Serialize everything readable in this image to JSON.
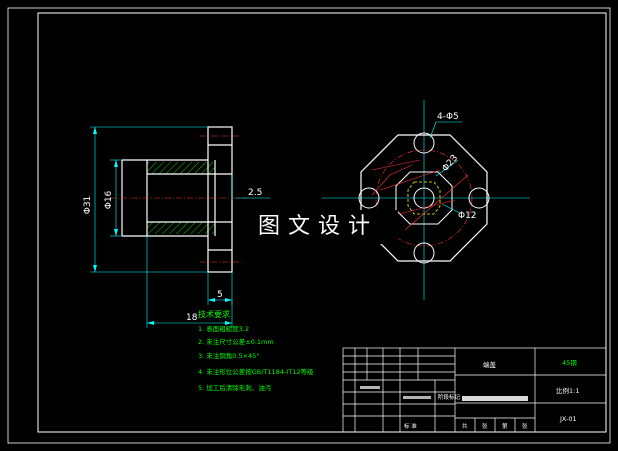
{
  "part_view": {
    "dim_outer_dia": "Φ31",
    "dim_inner_dia": "Φ16",
    "dim_groove_width": "2.5",
    "dim_flange_width": "5",
    "dim_length": "18"
  },
  "end_view": {
    "dim_holes": "4-Φ5",
    "dim_pitch_dia": "Φ23",
    "dim_bore_dia": "Φ12"
  },
  "notes": {
    "heading": "技术要求",
    "items": [
      "1. 表面粗糙度3.2",
      "2. 未注尺寸公差±0.1mm",
      "3. 未注倒角0.5×45°",
      "4. 未注形位公差按GB/T1184-IT12等级",
      "5. 加工后清除毛刺、油污"
    ]
  },
  "title_block": {
    "part_name": "端盖",
    "material": "45钢",
    "scale_label": "比例1:1",
    "drawing_no": "JX-01",
    "sign_label": "标 准",
    "stage_label": "阶段标记",
    "footer_labels": [
      "共",
      "张",
      "第",
      "张"
    ]
  },
  "watermark": "图文设计",
  "colors": {
    "background": "#000000",
    "outline": "#ffffff",
    "dimension": "#00ffff",
    "hatch": "#00ff00",
    "text_green": "#00ff00",
    "centerline": "#ff3333",
    "hidden": "#ffff00"
  }
}
